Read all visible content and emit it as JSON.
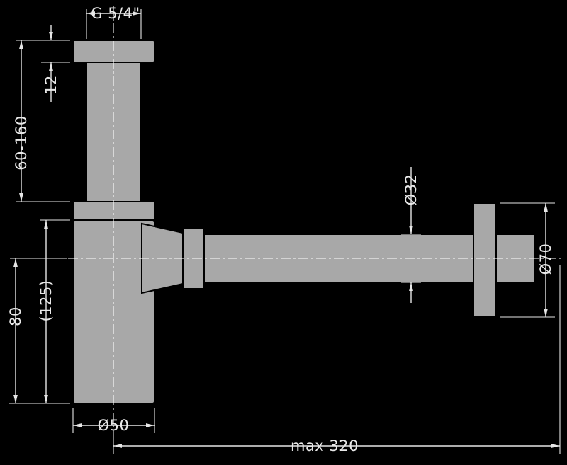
{
  "drawing": {
    "type": "technical-drawing",
    "subject": "bottle-trap-siphon"
  },
  "colors": {
    "background": "#000000",
    "part_fill": "#a8a8a8",
    "part_outline": "#000000",
    "dimension_lines": "#e6e6e6",
    "centerlines": "#ffffff"
  },
  "labels": {
    "thread": "G 5/4\"",
    "flange_height": "12",
    "inlet_adjust": "60-160",
    "height_ref": "(125)",
    "outlet_height": "80",
    "cup_diameter": "Ø50",
    "pipe_diameter": "Ø32",
    "rosette_diameter": "Ø70",
    "max_length": "max 320"
  }
}
